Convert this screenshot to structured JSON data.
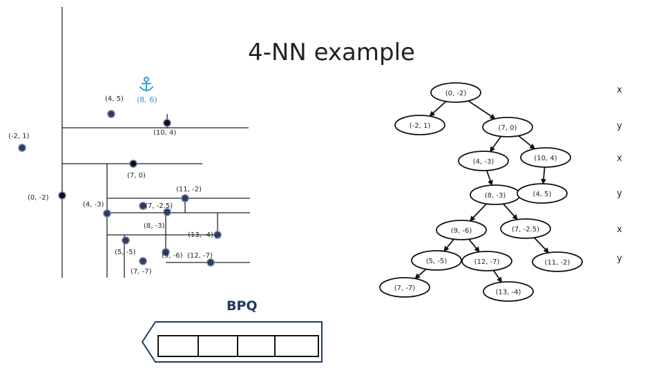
{
  "title": "4-NN example",
  "query_point": {
    "label": "(8, 6)",
    "icon": "anchor-icon",
    "color": "#2e9fd8"
  },
  "plane_points": [
    {
      "label": "(4, 5)",
      "fill": "#2f3d5c"
    },
    {
      "label": "(10, 4)",
      "fill": "#111111"
    },
    {
      "label": "(-2, 1)",
      "fill": "#2f3d5c"
    },
    {
      "label": "(7, 0)",
      "fill": "#111111"
    },
    {
      "label": "(0, -2)",
      "fill": "#111111"
    },
    {
      "label": "(11, -2)",
      "fill": "#2f3d5c"
    },
    {
      "label": "(4, -3)",
      "fill": "#2f3d5c"
    },
    {
      "label": "(7, -2.5)",
      "fill": "#2f3d5c"
    },
    {
      "label": "(8, -3)",
      "fill": "#2f3d5c"
    },
    {
      "label": "(13, -4)",
      "fill": "#2f3d5c"
    },
    {
      "label": "(5, -5)",
      "fill": "#2f3d5c"
    },
    {
      "label": "(9, -6)",
      "fill": "#2f3d5c"
    },
    {
      "label": "(12, -7)",
      "fill": "#2f3d5c"
    },
    {
      "label": "(7, -7)",
      "fill": "#2f3d5c"
    }
  ],
  "tree_nodes": [
    "(0, -2)",
    "(-2, 1)",
    "(7, 0)",
    "(4, -3)",
    "(10, 4)",
    "(8, -3)",
    "(4, 5)",
    "(9, -6)",
    "(7, -2.5)",
    "(5, -5)",
    "(12, -7)",
    "(11, -2)",
    "(7, -7)",
    "(13, -4)"
  ],
  "tree_edges": [
    [
      "(0, -2)",
      "(-2, 1)"
    ],
    [
      "(0, -2)",
      "(7, 0)"
    ],
    [
      "(7, 0)",
      "(4, -3)"
    ],
    [
      "(7, 0)",
      "(10, 4)"
    ],
    [
      "(4, -3)",
      "(8, -3)"
    ],
    [
      "(10, 4)",
      "(4, 5)"
    ],
    [
      "(8, -3)",
      "(9, -6)"
    ],
    [
      "(8, -3)",
      "(7, -2.5)"
    ],
    [
      "(9, -6)",
      "(5, -5)"
    ],
    [
      "(9, -6)",
      "(12, -7)"
    ],
    [
      "(7, -2.5)",
      "(11, -2)"
    ],
    [
      "(5, -5)",
      "(7, -7)"
    ],
    [
      "(12, -7)",
      "(13, -4)"
    ]
  ],
  "depth_axes": [
    "x",
    "y",
    "x",
    "y",
    "x",
    "y"
  ],
  "bpq": {
    "label": "BPQ",
    "slots": [
      "",
      "",
      "",
      ""
    ]
  }
}
